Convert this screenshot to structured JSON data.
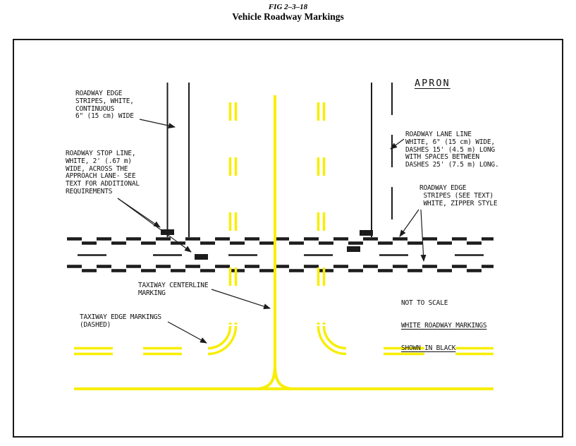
{
  "title": {
    "fig": "FIG 2–3–18",
    "caption": "Vehicle Roadway Markings"
  },
  "labels": {
    "apron": "APRON",
    "roadway_edge_continuous": "ROADWAY EDGE\nSTRIPES, WHITE,\nCONTINUOUS\n6\" (15 cm) WIDE",
    "roadway_stop_line": "ROADWAY STOP LINE,\nWHITE, 2' (.67 m)\nWIDE, ACROSS THE\nAPPROACH LANE- SEE\nTEXT FOR ADDITIONAL\nREQUIREMENTS",
    "roadway_lane_line": "ROADWAY LANE LINE\nWHITE, 6\" (15 cm) WIDE,\nDASHES 15' (4.5 m) LONG\nWITH SPACES BETWEEN\nDASHES 25' (7.5 m) LONG.",
    "roadway_edge_zipper": "ROADWAY EDGE\n STRIPES (SEE TEXT)\n WHITE, ZIPPER STYLE",
    "taxiway_centerline": "TAXIWAY CENTERLINE\nMARKING",
    "taxiway_edge": "TAXIWAY EDGE MARKINGS\n(DASHED)",
    "note_line1": "NOT TO SCALE",
    "note_line2": "WHITE ROADWAY MARKINGS",
    "note_line3": "SHOWN IN BLACK"
  },
  "colors": {
    "taxiway_yellow": "#f7ee00",
    "marking_black": "#1c1c1c"
  }
}
